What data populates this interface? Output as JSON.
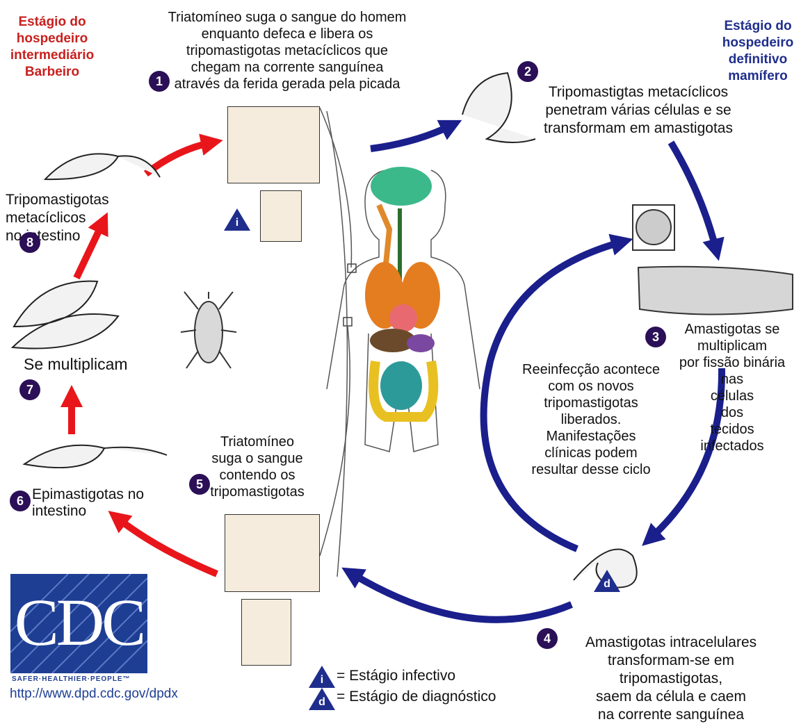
{
  "stages": {
    "intermediate_host": {
      "text": "Estágio do\nhospedeiro\nintermediário\nBarbeiro",
      "color": "#c8201e"
    },
    "definitive_host": {
      "text": "Estágio do\nhospedeiro\ndefinitivo\nmamífero",
      "color": "#1f2e8c"
    }
  },
  "steps": [
    {
      "number": "1",
      "text": "Triatomíneo suga o sangue do homem\nenquanto defeca e libera os\ntripomastigotas metacíclicos que\nchegam na corrente sanguínea\natravés da ferida gerada pela picada"
    },
    {
      "number": "2",
      "text": "Tripomastigtas metacíclicos\npenetram várias células e se\ntransformam em amastigotas"
    },
    {
      "number": "3",
      "text": "Amastigotas se\nmultiplicam\npor fissão binária nas\ncélulas\ndos\ntecidos\ninfectados"
    },
    {
      "number": "4",
      "text": "Amastigotas intracelulares\ntransformam-se em tripomastigotas,\nsaem da célula e caem\nna corrente sanguínea"
    },
    {
      "number": "5",
      "text": "Triatomíneo\nsuga o sangue\ncontendo os\ntripomastigotas"
    },
    {
      "number": "6",
      "text": "Epimastigotas no intestino"
    },
    {
      "number": "7",
      "text": "Se multiplicam"
    },
    {
      "number": "8",
      "text": "Tripomastigotas metacíclicos\nno intestino"
    }
  ],
  "reinfection_text": "Reeinfecção acontece\ncom os novos\ntripomastigotas\nliberados. Manifestações\nclínicas podem\nresultar desse ciclo",
  "markers": {
    "infective": "i",
    "diagnostic": "d"
  },
  "legend": {
    "infective_label": "= Estágio infectivo",
    "diagnostic_label": "= Estágio de diagnóstico"
  },
  "logo": {
    "text": "CDC",
    "tagline": "SAFER·HEALTHIER·PEOPLE™",
    "url": "http://www.dpd.cdc.gov/dpdx"
  },
  "colors": {
    "red_arrow": "#e8161b",
    "blue_arrow": "#1a1f8c",
    "badge": "#2b0f57",
    "cdc_blue": "#1e3e94"
  }
}
